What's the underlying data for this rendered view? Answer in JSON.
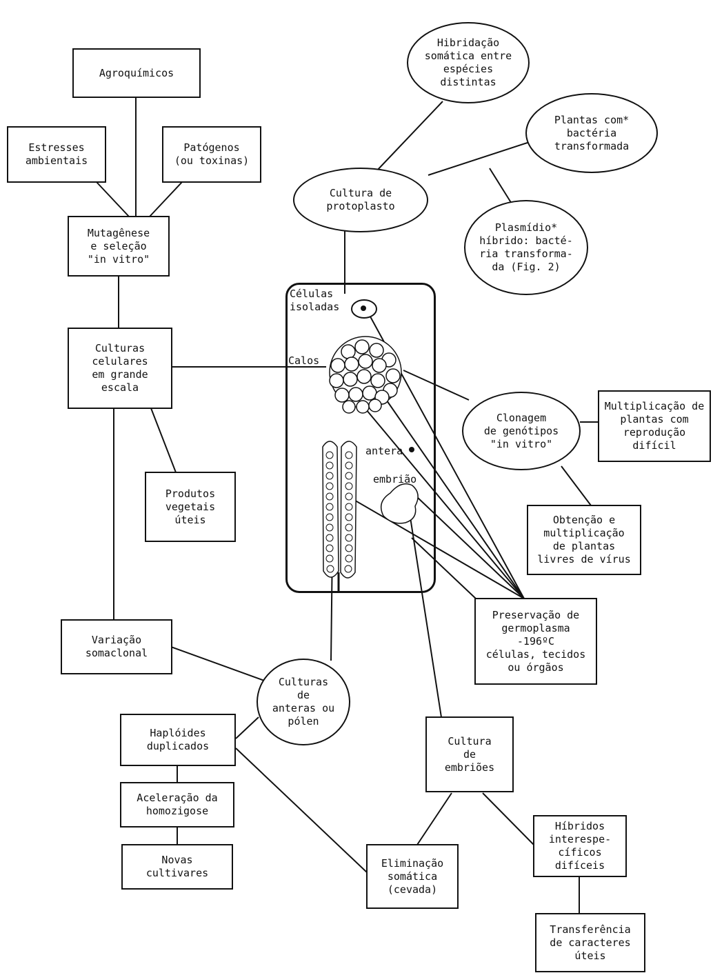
{
  "nodes": {
    "agroquimicos": "Agroquímicos",
    "estresses": "Estresses\nambientais",
    "patogenos": "Patógenos\n(ou toxinas)",
    "mutagenese": "Mutagênese\ne seleção\n\"in vitro\"",
    "culturas_celulares": "Culturas\ncelulares\nem grande\nescala",
    "produtos": "Produtos\nvegetais\núteis",
    "variacao": "Variação\nsomaclonal",
    "haploides": "Haplóides\nduplicados",
    "aceleracao": "Aceleração da\nhomozigose",
    "novas": "Novas\ncultivares",
    "eliminacao": "Eliminação\nsomática\n(cevada)",
    "hibridos": "Híbridos\ninterespe-\ncíficos\ndifíceis",
    "transferencia": "Transferência\nde caracteres\núteis",
    "preservacao": "Preservação de\ngermoplasma\n-196ºC\ncélulas, tecidos\nou órgãos",
    "obtencao": "Obtenção  e\nmultiplicação\nde plantas\nlivres de vírus",
    "multiplicacao": "Multiplicação de\nplantas com\nreprodução\ndifícil",
    "hibridacao": "Hibridação\nsomática entre\nespécies\ndistintas",
    "plantas_com": "Plantas com*\nbactéria\ntransformada",
    "cultura_protoplasto": "Cultura de\nprotoplasto",
    "plasmidio": "Plasmídio*\nhíbrido: bacté-\nria transforma-\nda (Fig. 2)",
    "clonagem": "Clonagem\nde genótipos\n\"in vitro\"",
    "culturas_anteras": "Culturas\nde\nanteras ou\npólen",
    "cultura_embrioes": "Cultura\nde\nembriões"
  },
  "panel": {
    "celulas": "Células\nisoladas",
    "calos": "Calos",
    "antera": "antera",
    "embriao": "embrião"
  },
  "colors": {
    "ink": "#111111",
    "background": "#ffffff"
  }
}
